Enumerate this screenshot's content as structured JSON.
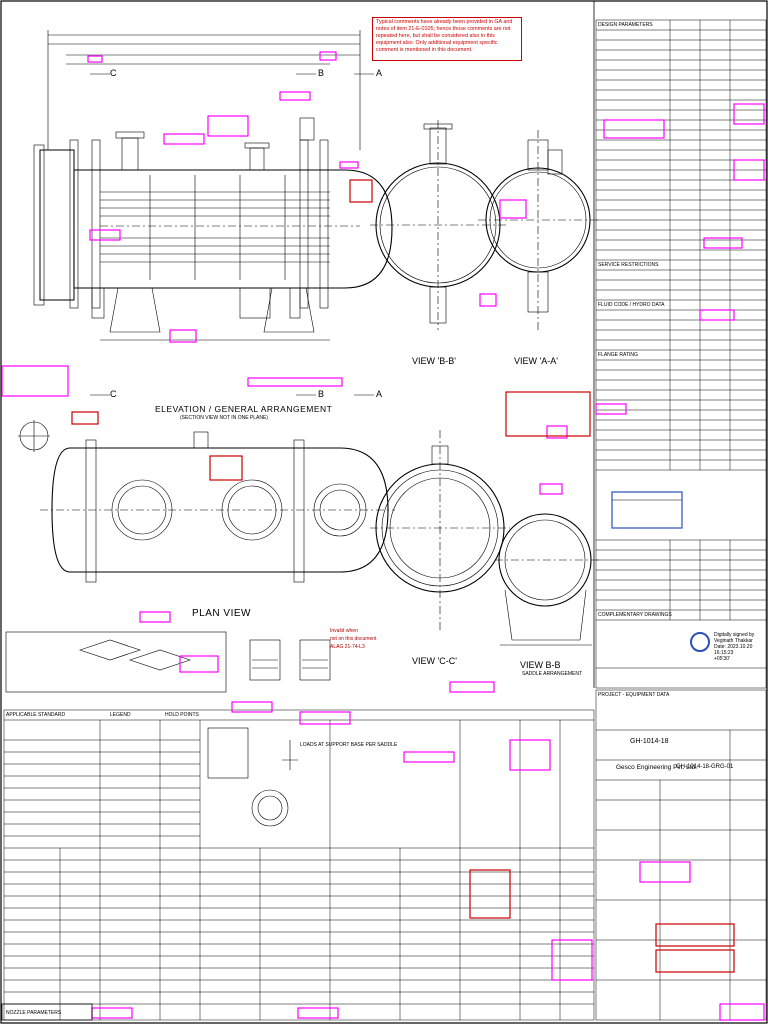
{
  "note": {
    "text": "Typical comments have already been provided in GA and notes of item 21-E-0105; hence those comments are not repeated here, but shall be considered also in this equipment also. Only additional equipment specific comment is mentioned in this document."
  },
  "views": {
    "elevation_title": "ELEVATION / GENERAL ARRANGEMENT",
    "elevation_sub": "(SECTION VIEW NOT IN ONE PLANE)",
    "plan_view": "PLAN VIEW",
    "view_bb_top": "VIEW 'B-B'",
    "view_aa": "VIEW 'A-A'",
    "view_cc": "VIEW 'C-C'",
    "view_bb_saddle": "VIEW B-B",
    "saddle_sub": "SADDLE ARRANGEMENT"
  },
  "sections": {
    "c": "C",
    "b": "B",
    "a": "A"
  },
  "right_panel": {
    "design_parameters": "DESIGN PARAMETERS",
    "service_restrictions": "SERVICE RESTRICTIONS",
    "fluid_code": "FLUID CODE / HYDRO DATA",
    "flange_rating": "FLANGE RATING",
    "complementary": "COMPLEMENTARY DRAWINGS"
  },
  "bottom": {
    "applicable_standard": "APPLICABLE STANDARD",
    "legend": "LEGEND",
    "hold_points": "HOLD POINTS",
    "nozzle_parameters": "NOZZLE PARAMETERS",
    "load_table": "LOADS AT SUPPORT BASE PER SADDLE"
  },
  "title_block": {
    "company": "Gesco Engineering Pvt. Ltd.",
    "doc_no": "GH-1014-18",
    "drawing_no": "GH-1014-18-GRG-01",
    "project": "PROJECT - EQUIPMENT DATA",
    "signature_block": "Digitally signed by\nVeginath Thakkar\nDate: 2023.10.20 16:15:23\n+05'30'"
  },
  "stamp": {
    "line1": "Invalid when",
    "line2": "not on this document",
    "line3": "ALAG 21-74-L3"
  },
  "colors": {
    "annotation": "#cc0000",
    "magenta": "#ff00ff",
    "blue": "#2a4fb8",
    "line": "#000000"
  }
}
